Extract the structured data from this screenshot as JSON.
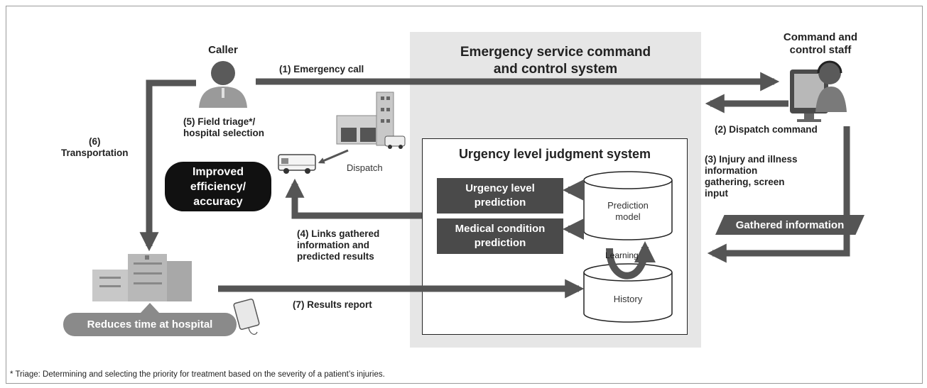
{
  "system": {
    "title": "Emergency service command\nand control system",
    "inner_title": "Urgency level judgment system",
    "urgency_box": "Urgency level\nprediction",
    "medical_box": "Medical condition\nprediction",
    "prediction_model": "Prediction\nmodel",
    "learning": "Learning",
    "history": "History"
  },
  "actors": {
    "caller": "Caller",
    "staff": "Command and\ncontrol staff"
  },
  "steps": {
    "s1": "(1) Emergency call",
    "s2": "(2) Dispatch command",
    "s3": "(3) Injury and illness\ninformation\ngathering, screen\ninput",
    "s4": "(4) Links gathered\ninformation and\npredicted results",
    "s5": "(5) Field triage*/\nhospital selection",
    "s6": "(6)\nTransportation",
    "s7": "(7) Results report"
  },
  "labels": {
    "dispatch": "Dispatch",
    "gathered_information": "Gathered information",
    "improved": "Improved\nefficiency/\naccuracy",
    "reduces": "Reduces time at hospital"
  },
  "footnote": "* Triage: Determining and selecting the priority for treatment based on the severity of a patient’s injuries.",
  "colors": {
    "arrow": "#555555",
    "system_bg": "#e6e6e6",
    "dark_box": "#4a4a4a",
    "bubble": "#111111",
    "pill": "#8a8a8a"
  }
}
